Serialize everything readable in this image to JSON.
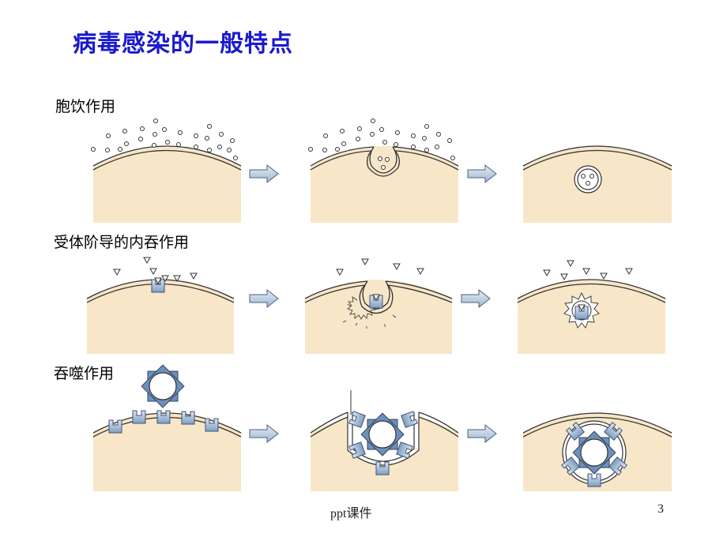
{
  "slide": {
    "title": "病毒感染的一般特点",
    "footer": "ppt课件",
    "page_number": "3"
  },
  "rows": [
    {
      "label": "胞饮作用"
    },
    {
      "label": "受体阶导的内吞作用"
    },
    {
      "label": "吞噬作用"
    }
  ],
  "colors": {
    "cell_fill": "#f7e6c8",
    "title_color": "#1a1acc",
    "receptor_fill": "#9db4d0",
    "arrow_fill": "#c8d6e6"
  }
}
